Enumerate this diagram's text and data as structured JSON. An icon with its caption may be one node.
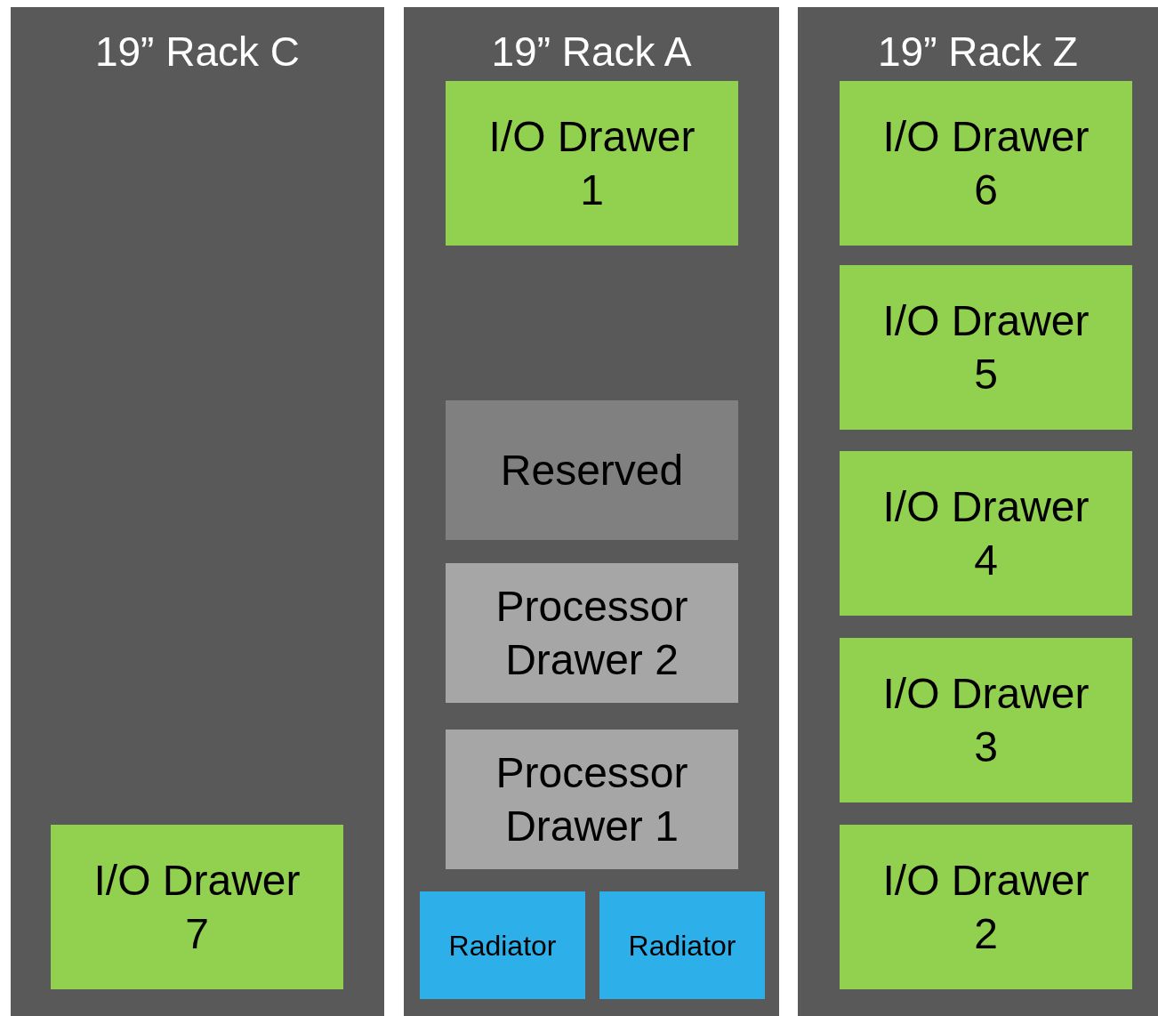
{
  "diagram": {
    "nodes": [
      {
        "text": [
          "19” Rack C"
        ]
      },
      {
        "text": [
          "I/O Drawer 7"
        ],
        "in": 0
      },
      {
        "text": [
          "19” Rack A"
        ]
      },
      {
        "text": [
          "I/O Drawer 1"
        ],
        "in": 2
      },
      {
        "text": [
          "Reserved"
        ],
        "in": 2
      },
      {
        "text": [
          "Processor Drawer 2"
        ],
        "in": 2
      },
      {
        "text": [
          "Processor Drawer 1"
        ],
        "in": 2
      },
      {
        "text": [
          "Radiator"
        ],
        "in": 2
      },
      {
        "text": [
          "Radiator"
        ],
        "in": 2
      },
      {
        "text": [
          "19” Rack Z"
        ]
      },
      {
        "text": [
          "I/O Drawer 6"
        ],
        "in": 9
      },
      {
        "text": [
          "I/O Drawer 5"
        ],
        "in": 9
      },
      {
        "text": [
          "I/O Drawer 4"
        ],
        "in": 9
      },
      {
        "text": [
          "I/O Drawer 3"
        ],
        "in": 9
      },
      {
        "text": [
          "I/O Drawer 2"
        ],
        "in": 9
      }
    ]
  }
}
